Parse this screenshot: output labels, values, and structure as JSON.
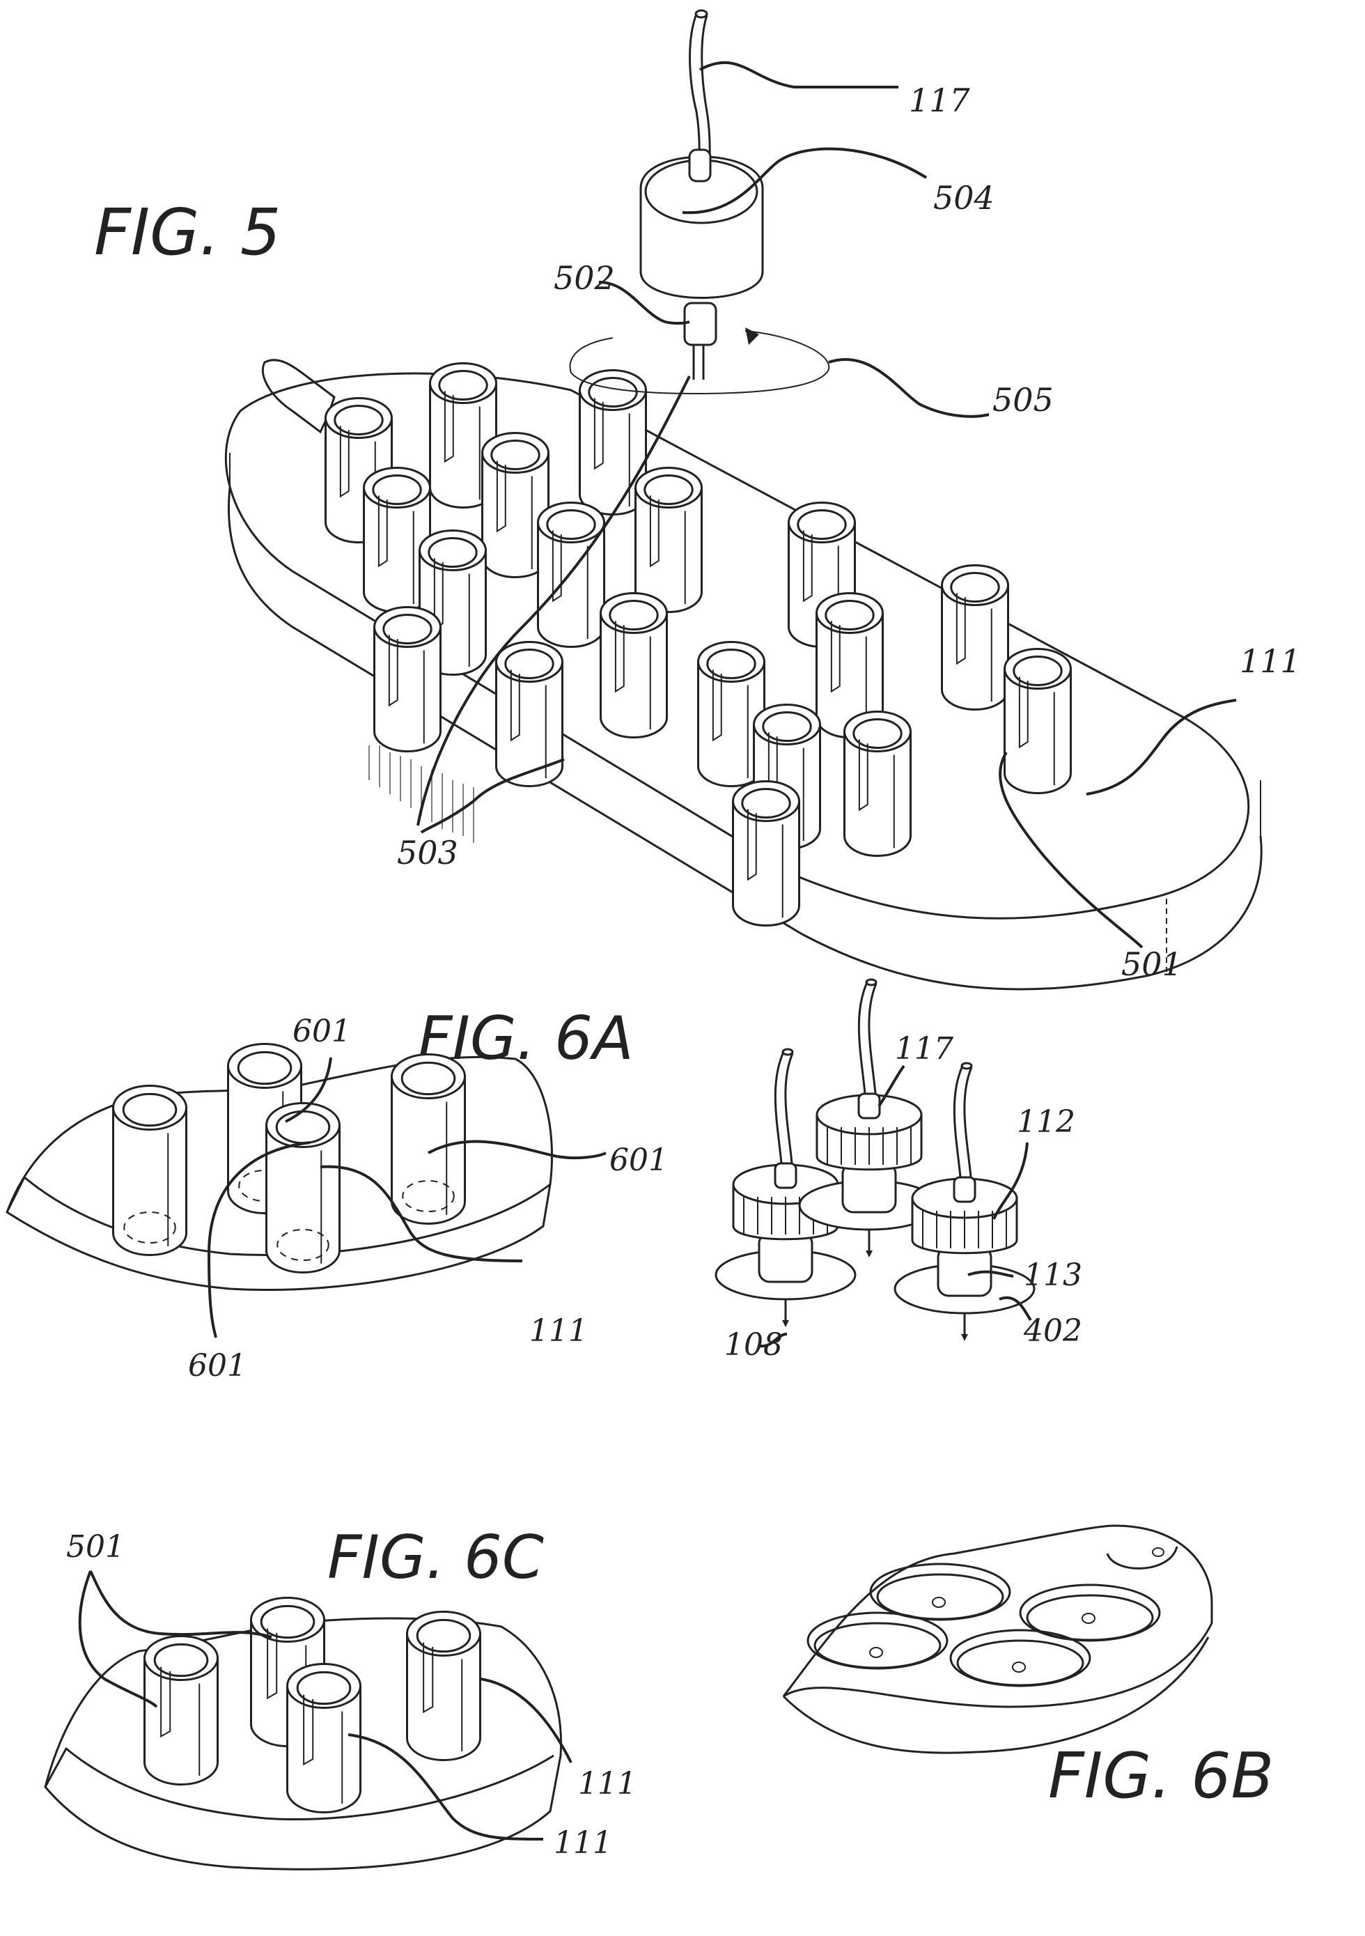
{
  "sheet": {
    "figures": [
      {
        "id": "fig5",
        "label": "FIG. 5"
      },
      {
        "id": "fig6a",
        "label": "FIG. 6A"
      },
      {
        "id": "fig6b",
        "label": "FIG. 6B"
      },
      {
        "id": "fig6c",
        "label": "FIG. 6C"
      }
    ]
  },
  "fig5": {
    "label": "FIG. 5",
    "refs": {
      "tube": "117",
      "motor": "504",
      "adapter": "502",
      "rotation": "505",
      "vial": "111",
      "connector_a": "503",
      "slot": "501"
    }
  },
  "fig6a": {
    "label": "FIG. 6A",
    "refs": {
      "marker_top": "601",
      "marker_right": "601",
      "marker_bottom": "601",
      "vial": "111"
    }
  },
  "fig6b": {
    "label": "FIG. 6B",
    "refs": {
      "tube": "117",
      "cap": "112",
      "stem": "113",
      "flange": "402",
      "needle": "108"
    }
  },
  "fig6c": {
    "label": "FIG. 6C",
    "refs": {
      "slot": "501",
      "vial_right": "111",
      "vial_bottom": "111"
    }
  }
}
